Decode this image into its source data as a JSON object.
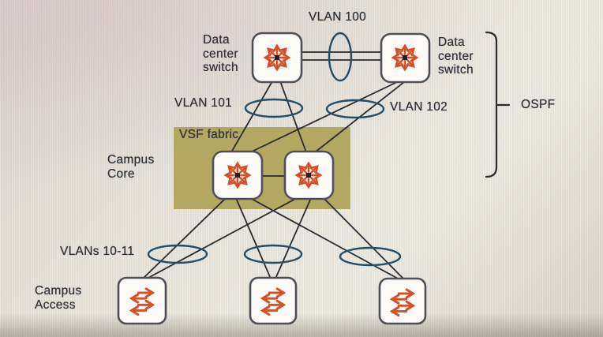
{
  "page": {
    "type": "network-topology-diagram",
    "routing_protocol": "OSPF"
  },
  "labels": {
    "vlan_100": "VLAN 100",
    "vlan_101": "VLAN 101",
    "vlan_102": "VLAN 102",
    "vlans_10_11": "VLANs 10-11",
    "data_center_switch_left": "Data center switch",
    "data_center_switch_right": "Data center switch",
    "vsf_fabric": "VSF fabric",
    "campus_core": "Campus Core",
    "campus_access": "Campus Access",
    "ospf": "OSPF"
  },
  "nodes": {
    "data_center_switches": 2,
    "campus_core_switches": 2,
    "campus_access_switches": 3,
    "core_icon": "eight-direction-arrows-router-icon",
    "access_icon": "bidirectional-arrows-switch-icon"
  },
  "colors": {
    "arrow_accent": "#d4502a",
    "ellipse_stroke": "#234d68",
    "vsf_fabric_fill": "#b2a862",
    "link_line": "#2a2a31",
    "node_border": "#4f4f58",
    "node_fill": "#fcfbf7",
    "text": "#2f2f38"
  }
}
